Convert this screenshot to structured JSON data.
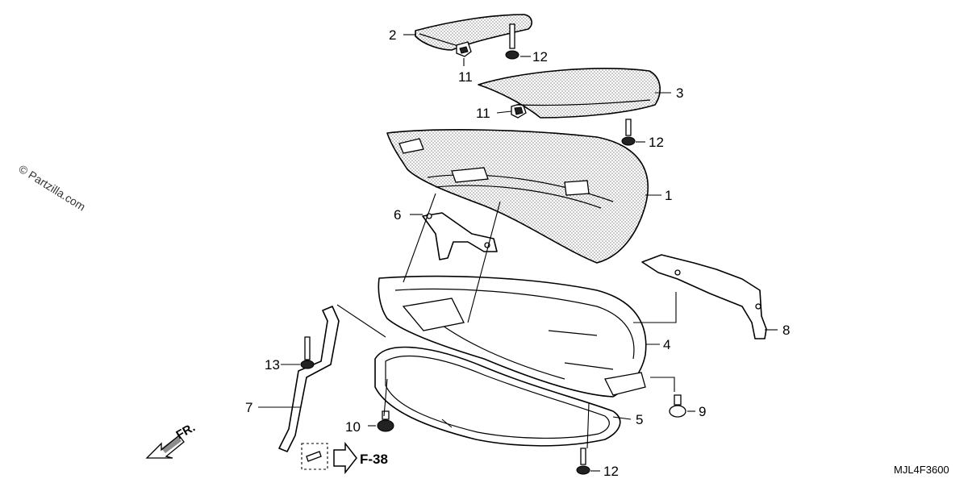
{
  "watermark": "© Partzilla.com",
  "diagram_code": "MJL4F3600",
  "page_ref": "F-38",
  "direction_label": "FR.",
  "callouts": [
    {
      "id": "c2",
      "label": "2"
    },
    {
      "id": "c11a",
      "label": "11"
    },
    {
      "id": "c12a",
      "label": "12"
    },
    {
      "id": "c3",
      "label": "3"
    },
    {
      "id": "c11b",
      "label": "11"
    },
    {
      "id": "c12b",
      "label": "12"
    },
    {
      "id": "c1",
      "label": "1"
    },
    {
      "id": "c6",
      "label": "6"
    },
    {
      "id": "c8",
      "label": "8"
    },
    {
      "id": "c4",
      "label": "4"
    },
    {
      "id": "c13",
      "label": "13"
    },
    {
      "id": "c7",
      "label": "7"
    },
    {
      "id": "c9",
      "label": "9"
    },
    {
      "id": "c10",
      "label": "10"
    },
    {
      "id": "c5",
      "label": "5"
    },
    {
      "id": "c12c",
      "label": "12"
    }
  ],
  "colors": {
    "line": "#000000",
    "background": "#ffffff",
    "shade": "#9a9a9a"
  }
}
